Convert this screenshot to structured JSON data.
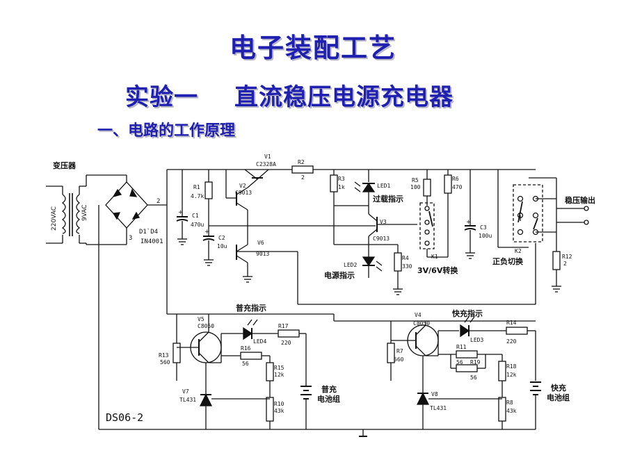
{
  "titles": {
    "main": "电子装配工艺",
    "sub_a": "实验一",
    "sub_b": "直流稳压电源充电器",
    "section": "一、电路的工作原理"
  },
  "accent_color": "#1f1fb0",
  "schematic": {
    "label_transformer": "变压器",
    "label_ac_in": "220VAC",
    "label_ac_out": "9VAC",
    "label_bridge": "D1`D4",
    "label_bridge_part": "IN4001",
    "node_2": "2",
    "node_3": "3",
    "V1": "V1",
    "V1_part": "C2328A",
    "V2": "V2",
    "V2_part": "C9013",
    "V3": "V3",
    "V3_part": "C9013",
    "V6": "V6",
    "V6_part": "9013",
    "V5": "V5",
    "V5_part": "C8050",
    "V4": "V4",
    "V4_part": "C8050",
    "V7": "V7",
    "V7_part": "TL431",
    "V8": "V8",
    "V8_part": "TL431",
    "R1": "R1",
    "R1_val": "4.7k",
    "R2": "R2",
    "R2_val": "2",
    "R3": "R3",
    "R3_val": "1k",
    "R4": "R4",
    "R4_val": "330",
    "R5": "R5",
    "R5_val": "100",
    "R6": "R6",
    "R6_val": "470",
    "R7": "R7",
    "R7_val": "560",
    "R8": "R8",
    "R8_val": "43k",
    "R10": "R10",
    "R10_val": "43k",
    "R11": "R11",
    "R11_val": "56",
    "R12": "R12",
    "R12_val": "2",
    "R13": "R13",
    "R13_val": "560",
    "R14": "R14",
    "R14_val": "220",
    "R15": "R15",
    "R15_val": "12k",
    "R16": "R16",
    "R16_val": "56",
    "R17": "R17",
    "R17_val": "220",
    "R18": "R18",
    "R18_val": "12k",
    "R19": "R19",
    "R19_val": "56",
    "C1": "C1",
    "C1_val": "470u",
    "C2": "C2",
    "C2_val": "10u",
    "C3": "C3",
    "C3_val": "100u",
    "LED1": "LED1",
    "LED2": "LED2",
    "LED3": "LED3",
    "LED4": "LED4",
    "K1": "K1",
    "K2": "K2",
    "label_overload": "过载指示",
    "label_power": "电源指示",
    "label_switch_v": "3V/6V转换",
    "label_polarity": "正负切换",
    "label_regulated_out": "稳压输出",
    "label_normal_ind": "普充指示",
    "label_fast_ind": "快充指示",
    "label_normal_batt_1": "普充",
    "label_normal_batt_2": "电池组",
    "label_fast_batt_1": "快充",
    "label_fast_batt_2": "电池组",
    "label_ds": "DS06-2",
    "label_plus": "+"
  }
}
